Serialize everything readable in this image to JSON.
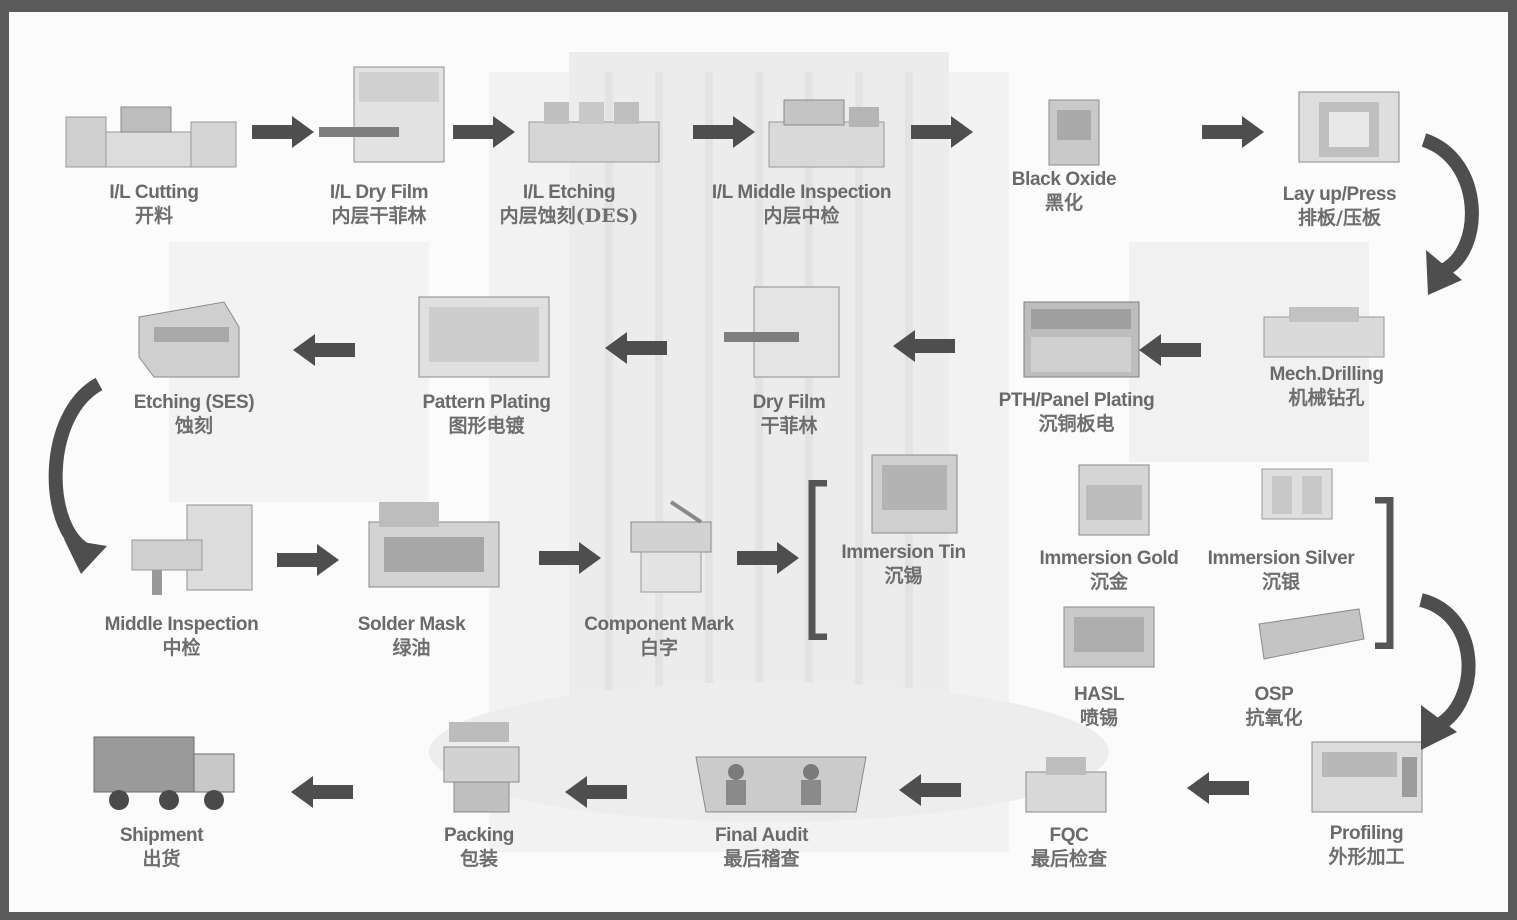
{
  "steps": {
    "il_cutting": {
      "en": "I/L Cutting",
      "cn": "开料"
    },
    "il_dry_film": {
      "en": "I/L Dry Film",
      "cn": "内层干菲林"
    },
    "il_etching": {
      "en": "I/L Etching",
      "cn": "内层蚀刻(DES)"
    },
    "il_middle_inspection": {
      "en": "I/L Middle Inspection",
      "cn": "内层中检"
    },
    "black_oxide": {
      "en": "Black Oxide",
      "cn": "黑化"
    },
    "lay_up_press": {
      "en": "Lay up/Press",
      "cn": "排板/压板"
    },
    "mech_drilling": {
      "en": "Mech.Drilling",
      "cn": "机械钻孔"
    },
    "pth_panel_plating": {
      "en": "PTH/Panel Plating",
      "cn": "沉铜板电"
    },
    "dry_film": {
      "en": "Dry Film",
      "cn": "干菲林"
    },
    "pattern_plating": {
      "en": "Pattern Plating",
      "cn": "图形电镀"
    },
    "etching_ses": {
      "en": "Etching (SES)",
      "cn": "蚀刻"
    },
    "middle_inspection": {
      "en": "Middle Inspection",
      "cn": "中检"
    },
    "solder_mask": {
      "en": "Solder Mask",
      "cn": "绿油"
    },
    "component_mark": {
      "en": "Component Mark",
      "cn": "白字"
    },
    "immersion_tin": {
      "en": "Immersion Tin",
      "cn": "沉锡"
    },
    "immersion_gold": {
      "en": "Immersion Gold",
      "cn": "沉金"
    },
    "immersion_silver": {
      "en": "Immersion Silver",
      "cn": "沉银"
    },
    "hasl": {
      "en": "HASL",
      "cn": "喷锡"
    },
    "osp": {
      "en": "OSP",
      "cn": "抗氧化"
    },
    "profiling": {
      "en": "Profiling",
      "cn": "外形加工"
    },
    "fqc": {
      "en": "FQC",
      "cn": "最后检查"
    },
    "final_audit": {
      "en": "Final Audit",
      "cn": "最后稽查"
    },
    "packing": {
      "en": "Packing",
      "cn": "包装"
    },
    "shipment": {
      "en": "Shipment",
      "cn": "出货"
    }
  },
  "colors": {
    "frame": "#5a5a5a",
    "arrow": "#4e4e4e",
    "text": "#6a6a6a",
    "machine_light": "#d8d8d8",
    "machine_dark": "#8a8a8a"
  }
}
